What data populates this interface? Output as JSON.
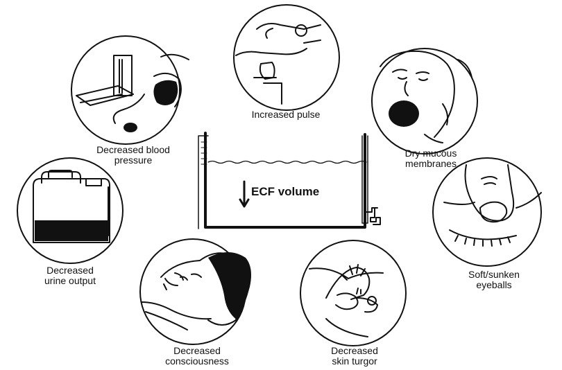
{
  "diagram": {
    "center": {
      "label": "ECF volume",
      "arrow": "down-arrow"
    },
    "signs": [
      {
        "id": "pulse",
        "icon": "wrist-pulse-icon",
        "lines": [
          "Increased pulse"
        ]
      },
      {
        "id": "mucous",
        "icon": "open-mouth-face-icon",
        "lines": [
          "Dry mucous",
          "membranes"
        ]
      },
      {
        "id": "eyeballs",
        "icon": "eyelid-finger-icon",
        "lines": [
          "Soft/sunken",
          "eyeballs"
        ]
      },
      {
        "id": "turgor",
        "icon": "pinched-skin-icon",
        "lines": [
          "Decreased",
          "skin turgor"
        ]
      },
      {
        "id": "consciousness",
        "icon": "lying-patient-icon",
        "lines": [
          "Decreased",
          "consciousness"
        ]
      },
      {
        "id": "urine",
        "icon": "urine-jug-icon",
        "lines": [
          "Decreased",
          "urine output"
        ]
      },
      {
        "id": "bp",
        "icon": "sphygmomanometer-icon",
        "lines": [
          "Decreased blood",
          "pressure"
        ]
      }
    ]
  }
}
